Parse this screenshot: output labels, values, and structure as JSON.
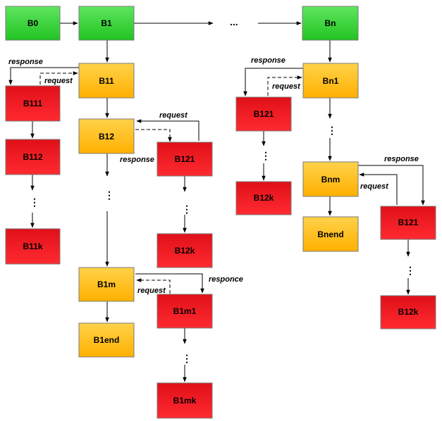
{
  "colors": {
    "green": "#33cc33",
    "orange": "#ffbf1f",
    "red": "#ee1c24",
    "stroke": "#7a7a7a",
    "edge": "#000000"
  },
  "nodes": {
    "B0": "B0",
    "B1": "B1",
    "Bn": "Bn",
    "B11": "B11",
    "B12": "B12",
    "B1m": "B1m",
    "B1end": "B1end",
    "B111": "B111",
    "B112": "B112",
    "B11k": "B11k",
    "B121a": "B121",
    "B12ka": "B12k",
    "B1m1": "B1m1",
    "B1mk": "B1mk",
    "B121b": "B121",
    "B12kb": "B12k",
    "Bn1": "Bn1",
    "Bnm": "Bnm",
    "Bnend": "Bnend",
    "B121c": "B121",
    "B12kc": "B12k"
  },
  "labels": {
    "response": "response",
    "request": "request",
    "responce": "responce",
    "ellipsis": "...",
    "vdots": "⋮"
  }
}
